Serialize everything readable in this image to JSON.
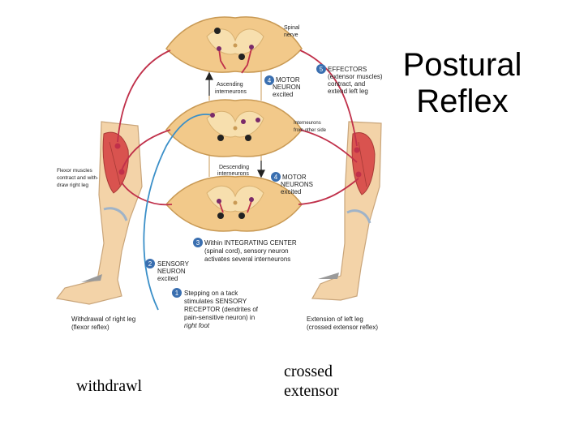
{
  "slide": {
    "title_line1": "Postural",
    "title_line2": "Reflex",
    "caption_left": "withdrawl",
    "caption_right_line1": "crossed",
    "caption_right_line2": "extensor"
  },
  "figure": {
    "spinal_nerve": [
      "Spinal",
      "nerve"
    ],
    "ascending": [
      "Ascending",
      "interneurons"
    ],
    "interneurons_other_side": [
      "Interneurons",
      "from other side"
    ],
    "descending": [
      "Descending",
      "interneurons"
    ],
    "flexor_note": [
      "Flexor muscles",
      "contract and with-",
      "draw right leg"
    ],
    "effectors": {
      "number": "5",
      "lines": [
        "EFFECTORS",
        "(extensor muscles)",
        "contract, and",
        "extend left leg"
      ]
    },
    "motor_top": {
      "number": "4",
      "lines": [
        "MOTOR",
        "NEURON",
        "excited"
      ]
    },
    "motor_bottom": {
      "number": "4",
      "lines": [
        "MOTOR",
        "NEURONS",
        "excited"
      ]
    },
    "integrating": {
      "number": "3",
      "lines": [
        "Within INTEGRATING CENTER",
        "(spinal cord), sensory neuron",
        "activates several interneurons"
      ]
    },
    "sensory": {
      "number": "2",
      "lines": [
        "SENSORY",
        "NEURON",
        "excited"
      ]
    },
    "receptor": {
      "number": "1",
      "lines": [
        "Stepping on a tack",
        "stimulates SENSORY",
        "RECEPTOR (dendrites of",
        "pain-sensitive neuron) in",
        "right foot"
      ]
    },
    "withdrawal": [
      "Withdrawal of right leg",
      "(flexor reflex)"
    ],
    "extension": [
      "Extension of left leg",
      "(crossed extensor reflex)"
    ]
  },
  "colors": {
    "nerve_red": "#c0304a",
    "sensory_blue": "#3a8fc8",
    "cord_tan": "#f2c98a",
    "gray_matter": "#f7dfae",
    "muscle_red": "#d9534f",
    "skin": "#f3d3a8",
    "badge_blue": "#3a6fb0"
  }
}
